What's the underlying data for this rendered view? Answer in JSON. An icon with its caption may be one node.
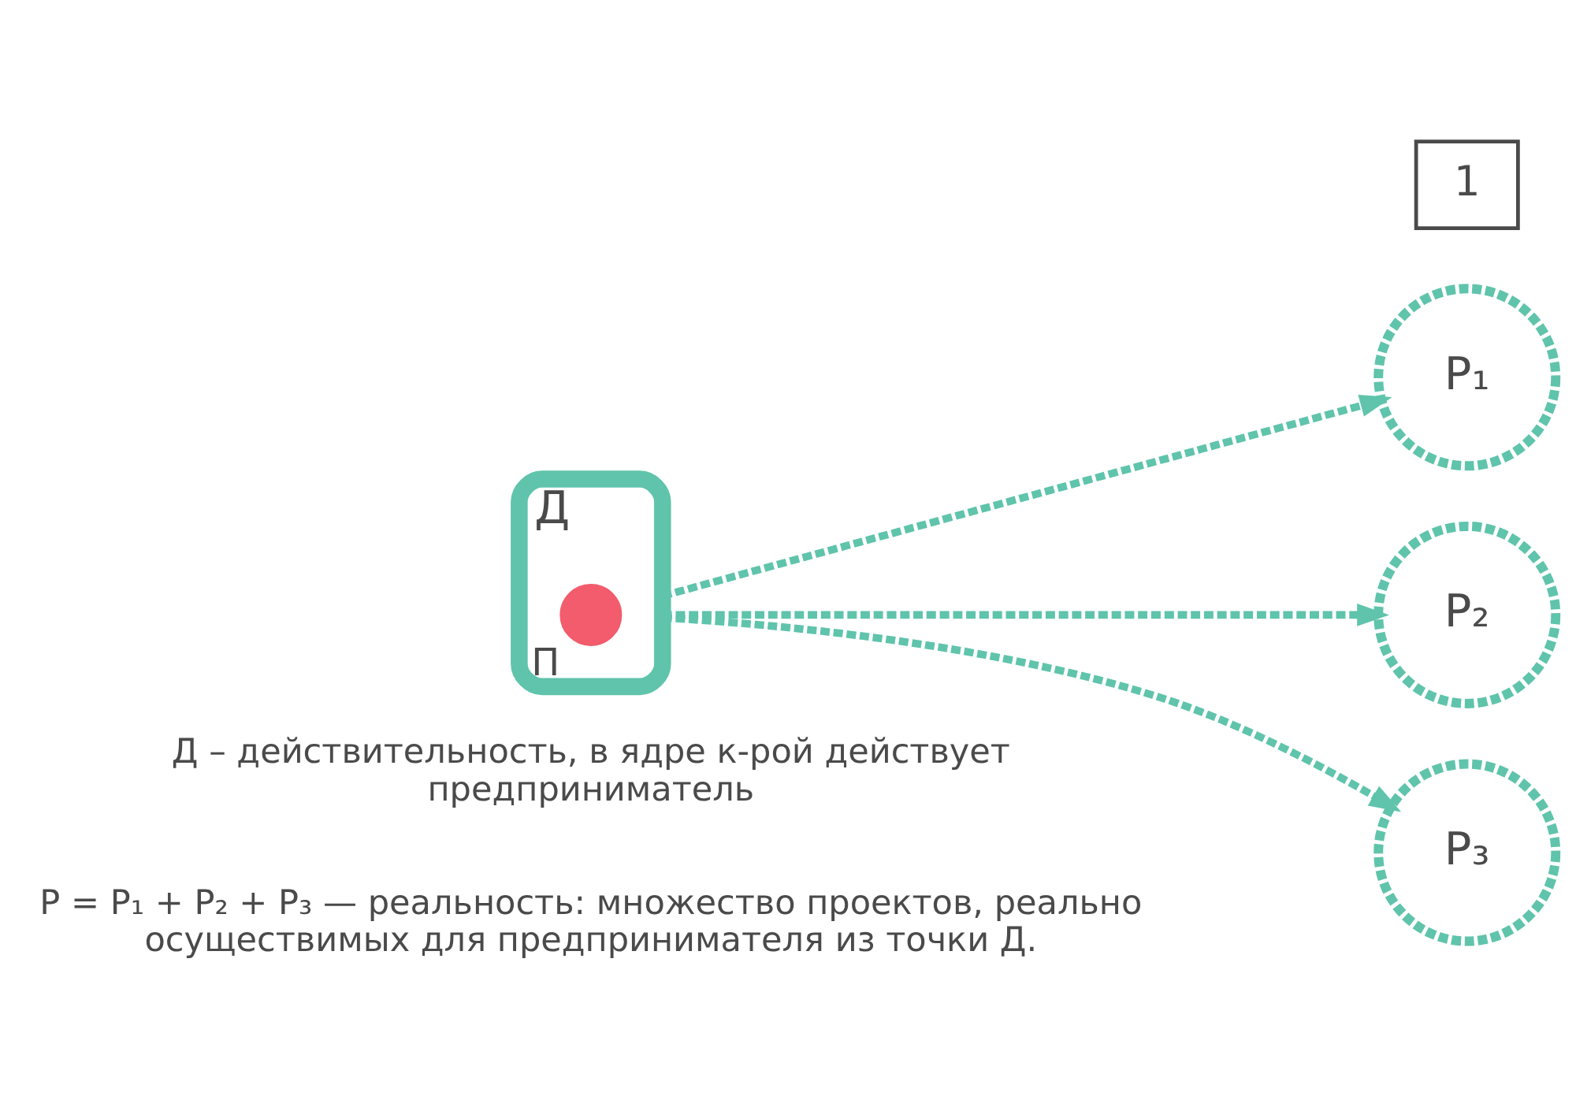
{
  "diagram": {
    "nodes": [
      {
        "text": [
          "1"
        ]
      },
      {
        "text": [
          "Д"
        ]
      },
      {
        "text": [],
        "shape": "circle",
        "in": 1,
        "beside": [
          "П"
        ]
      },
      {
        "text": [
          "Р₁"
        ]
      },
      {
        "text": [
          "Р₂"
        ]
      },
      {
        "text": [
          "Р₃"
        ]
      }
    ],
    "edges": [
      {
        "from": 1,
        "to": 3,
        "arrow": "to",
        "style": "dashed"
      },
      {
        "from": 1,
        "to": 4,
        "arrow": "to",
        "style": "dashed"
      },
      {
        "from": 1,
        "to": 5,
        "arrow": "to",
        "style": "dashed"
      }
    ],
    "labels": [
      "Д – действительность, в ядре к-рой действует предприниматель",
      "Р = Р₁ + Р₂ + Р₃ — реальность: множество проектов, реально осуществимых для предпринимателя из точки Д."
    ]
  }
}
